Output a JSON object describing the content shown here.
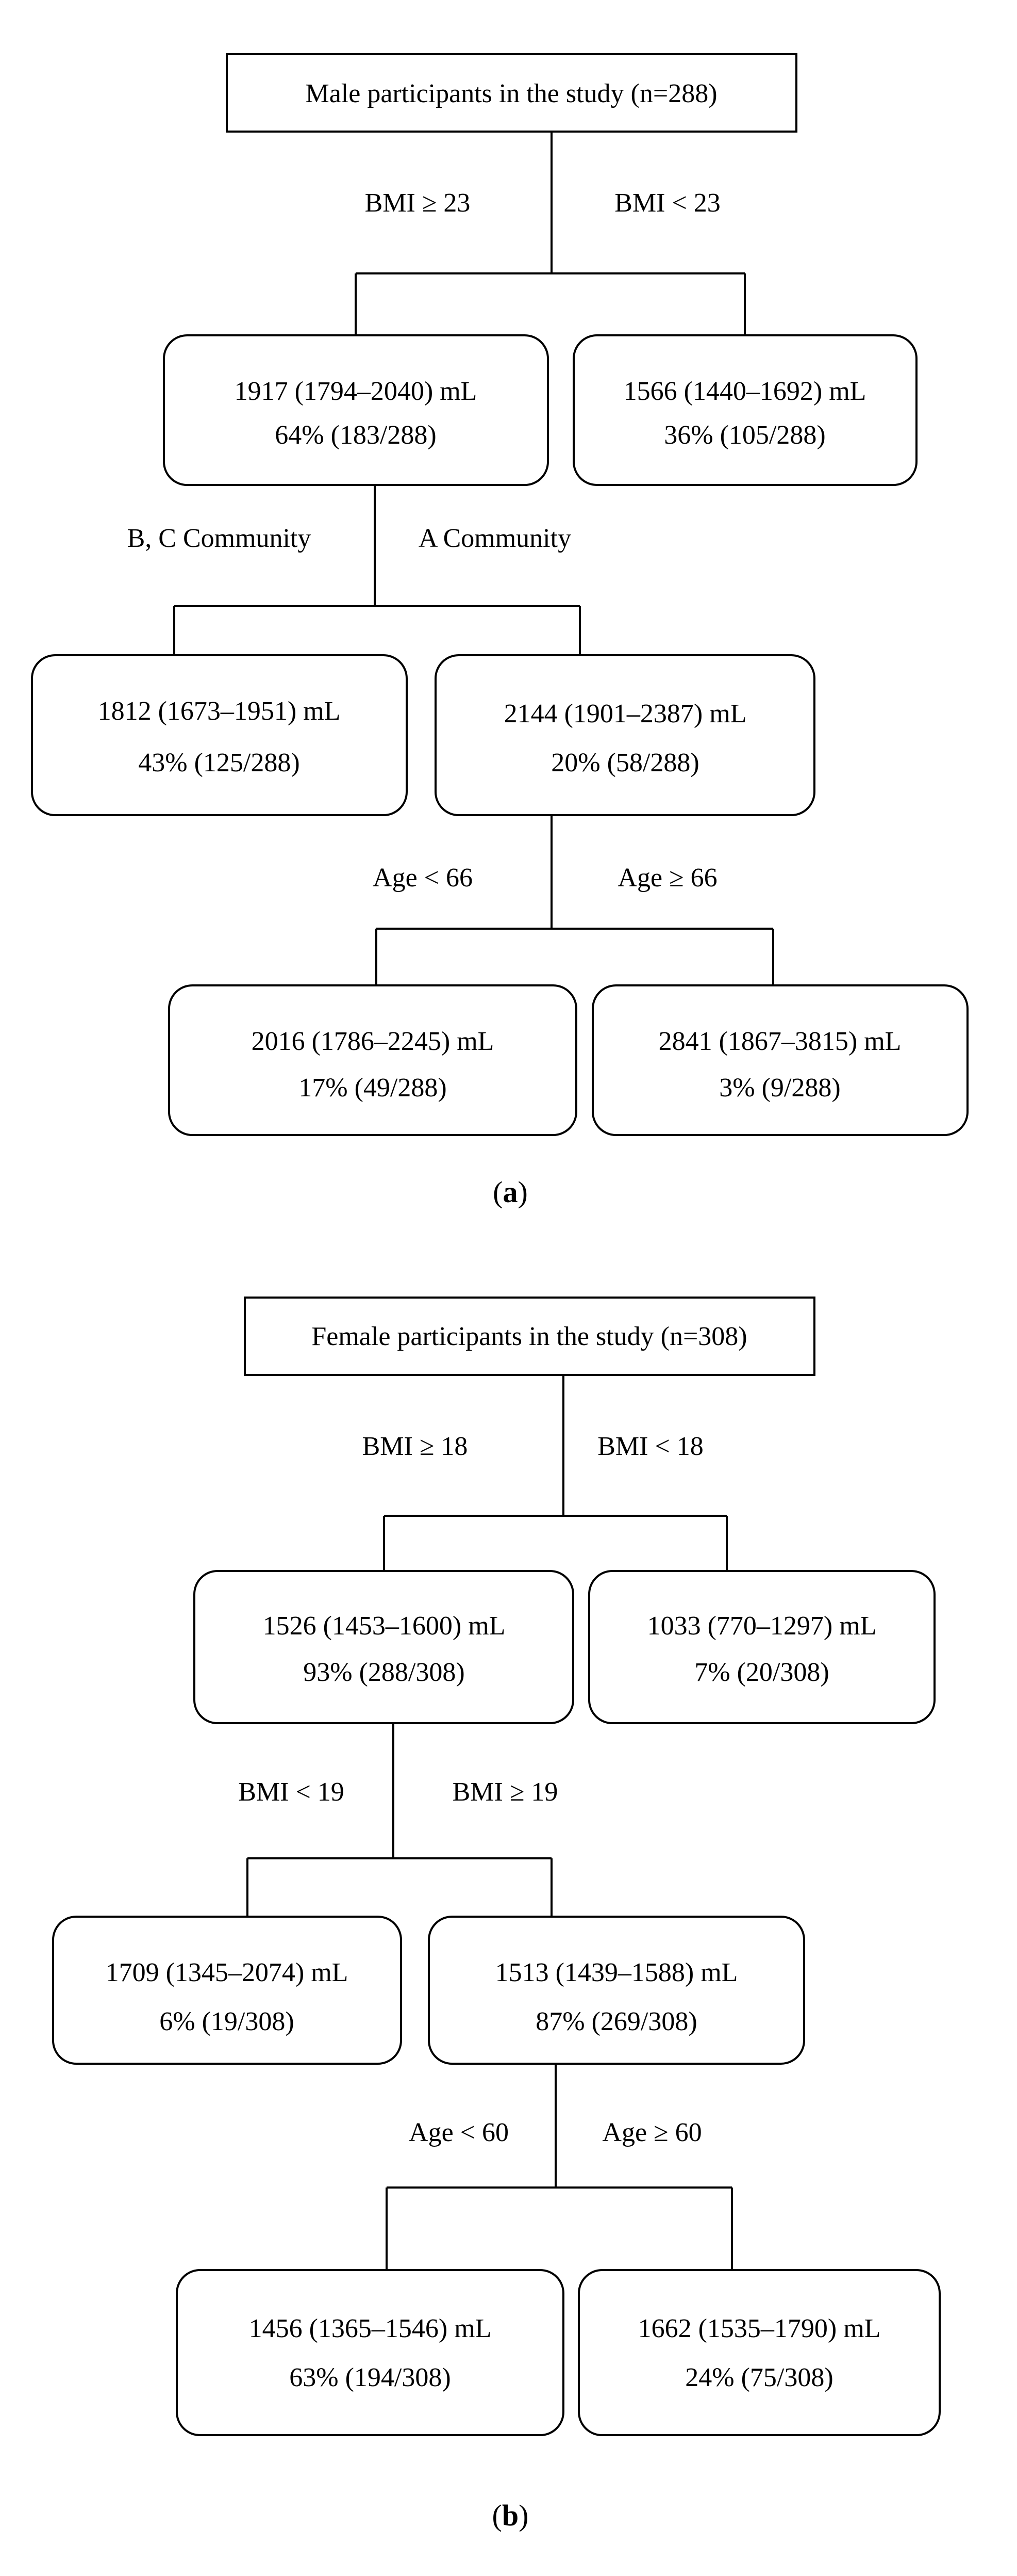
{
  "diagram_a": {
    "root": "Male participants in the study (n=288)",
    "split1": {
      "left": "BMI ≥ 23",
      "right": "BMI < 23"
    },
    "node_bmi_high": {
      "volume": "1917 (1794–2040) mL",
      "share": "64% (183/288)"
    },
    "node_bmi_low": {
      "volume": "1566 (1440–1692) mL",
      "share": "36% (105/288)"
    },
    "split2": {
      "left": "B, C Community",
      "right": "A Community"
    },
    "node_community_bc": {
      "volume": "1812 (1673–1951) mL",
      "share": "43% (125/288)"
    },
    "node_community_a": {
      "volume": "2144 (1901–2387) mL",
      "share": "20% (58/288)"
    },
    "split3": {
      "left": "Age < 66",
      "right": "Age ≥ 66"
    },
    "node_age_young": {
      "volume": "2016 (1786–2245) mL",
      "share": "17% (49/288)"
    },
    "node_age_old": {
      "volume": "2841 (1867–3815) mL",
      "share": "3% (9/288)"
    },
    "caption_open": "(",
    "caption_letter": "a",
    "caption_close": ")"
  },
  "diagram_b": {
    "root": "Female participants in the study (n=308)",
    "split1": {
      "left": "BMI ≥ 18",
      "right": "BMI < 18"
    },
    "node_bmi_high": {
      "volume": "1526 (1453–1600) mL",
      "share": "93% (288/308)"
    },
    "node_bmi_low": {
      "volume": "1033 (770–1297) mL",
      "share": "7% (20/308)"
    },
    "split2": {
      "left": "BMI < 19",
      "right": "BMI ≥ 19"
    },
    "node_bmi_below19": {
      "volume": "1709 (1345–2074) mL",
      "share": "6% (19/308)"
    },
    "node_bmi_above19": {
      "volume": "1513 (1439–1588) mL",
      "share": "87% (269/308)"
    },
    "split3": {
      "left": "Age < 60",
      "right": "Age ≥ 60"
    },
    "node_age_young": {
      "volume": "1456 (1365–1546) mL",
      "share": "63% (194/308)"
    },
    "node_age_old": {
      "volume": "1662 (1535–1790) mL",
      "share": "24% (75/308)"
    },
    "caption_open": "(",
    "caption_letter": "b",
    "caption_close": ")"
  }
}
